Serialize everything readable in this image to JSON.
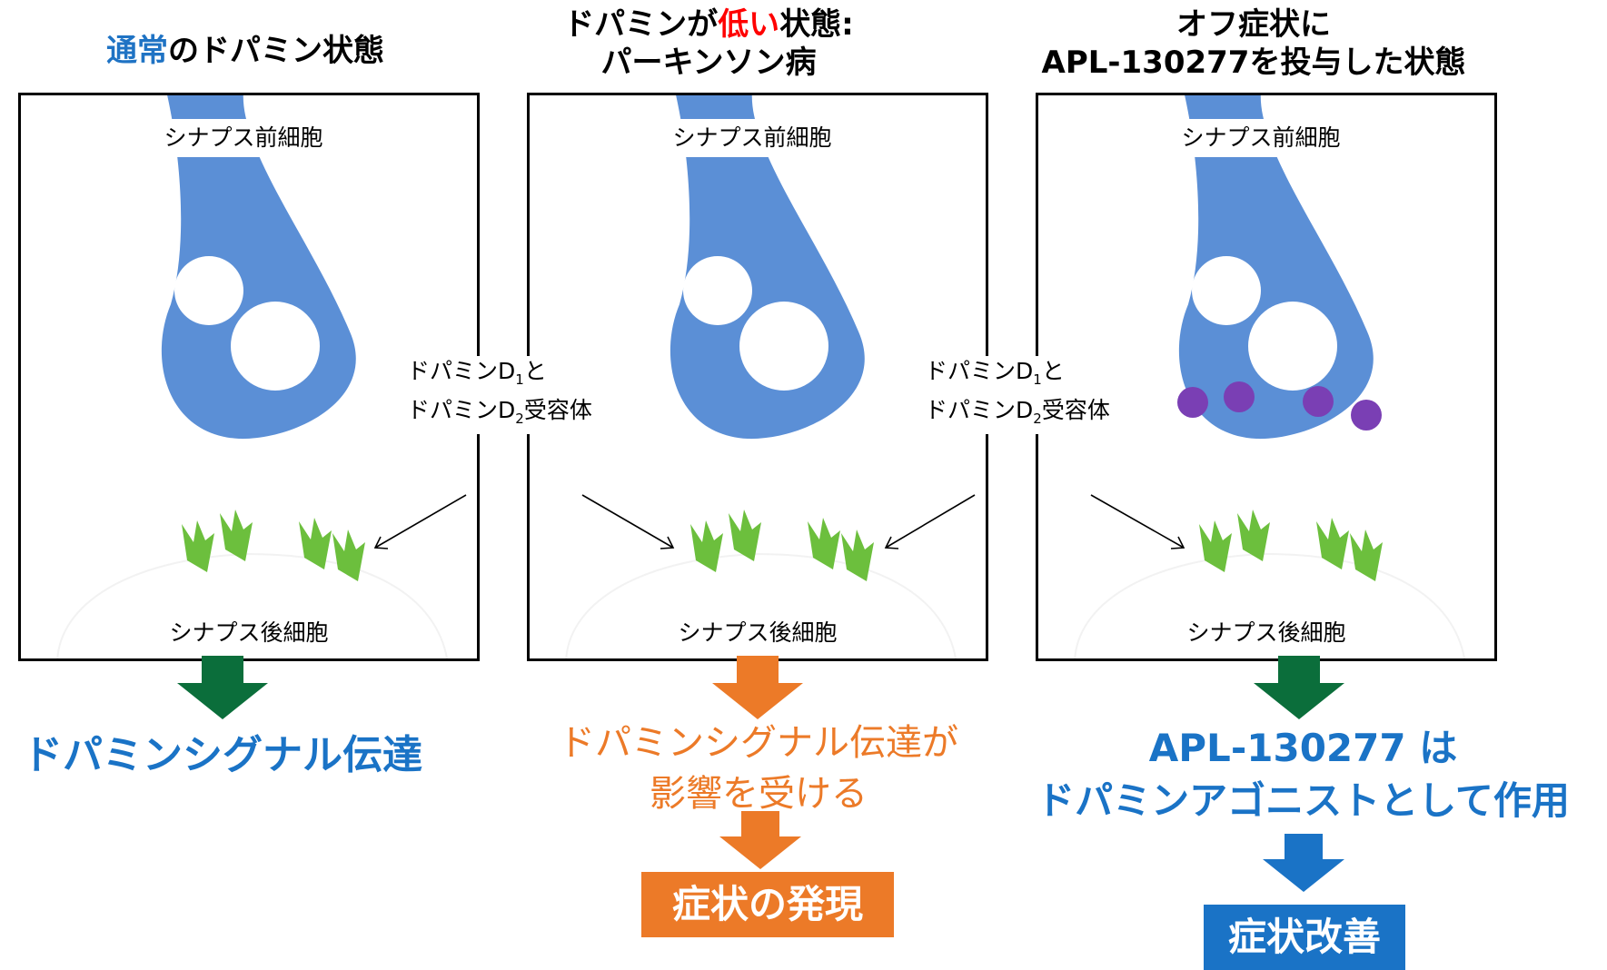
{
  "titles": {
    "normal": {
      "accent": "通常",
      "rest": "のドパミン状態"
    },
    "low": {
      "prefix": "ドパミンが",
      "accent": "低い",
      "suffix": "状態:",
      "line2": "パーキンソン病"
    },
    "apl": {
      "line1": "オフ症状に",
      "line2": "APL-130277を投与した状態"
    }
  },
  "labels": {
    "presynaptic": "シナプス前細胞",
    "postsynaptic": "シナプス後細胞",
    "receptor_line1_prefix": "ドパミンD",
    "receptor_line1_sub": "1",
    "receptor_line1_suffix": "と",
    "receptor_line2_prefix": "ドパミンD",
    "receptor_line2_sub": "2",
    "receptor_line2_suffix": "受容体"
  },
  "results": {
    "normal": "ドパミンシグナル伝達",
    "low_line1": "ドパミンシグナル伝達が",
    "low_line2": "影響を受ける",
    "low_box": "症状の発現",
    "apl_line1": "APL-130277 は",
    "apl_line2": "ドパミンアゴニストとして作用",
    "apl_box": "症状改善"
  },
  "colors": {
    "title_accent_blue": "#1f73c4",
    "title_accent_red": "#ff0000",
    "cell_blue": "#5b8fd6",
    "receptor_green": "#6cbf3d",
    "molecule_purple": "#7a3fb4",
    "arrow_dark_green": "#0b6e3b",
    "arrow_orange": "#ec7a28",
    "arrow_blue": "#1a73c6",
    "result_blue": "#1a73c6",
    "result_orange": "#ec7a28"
  }
}
